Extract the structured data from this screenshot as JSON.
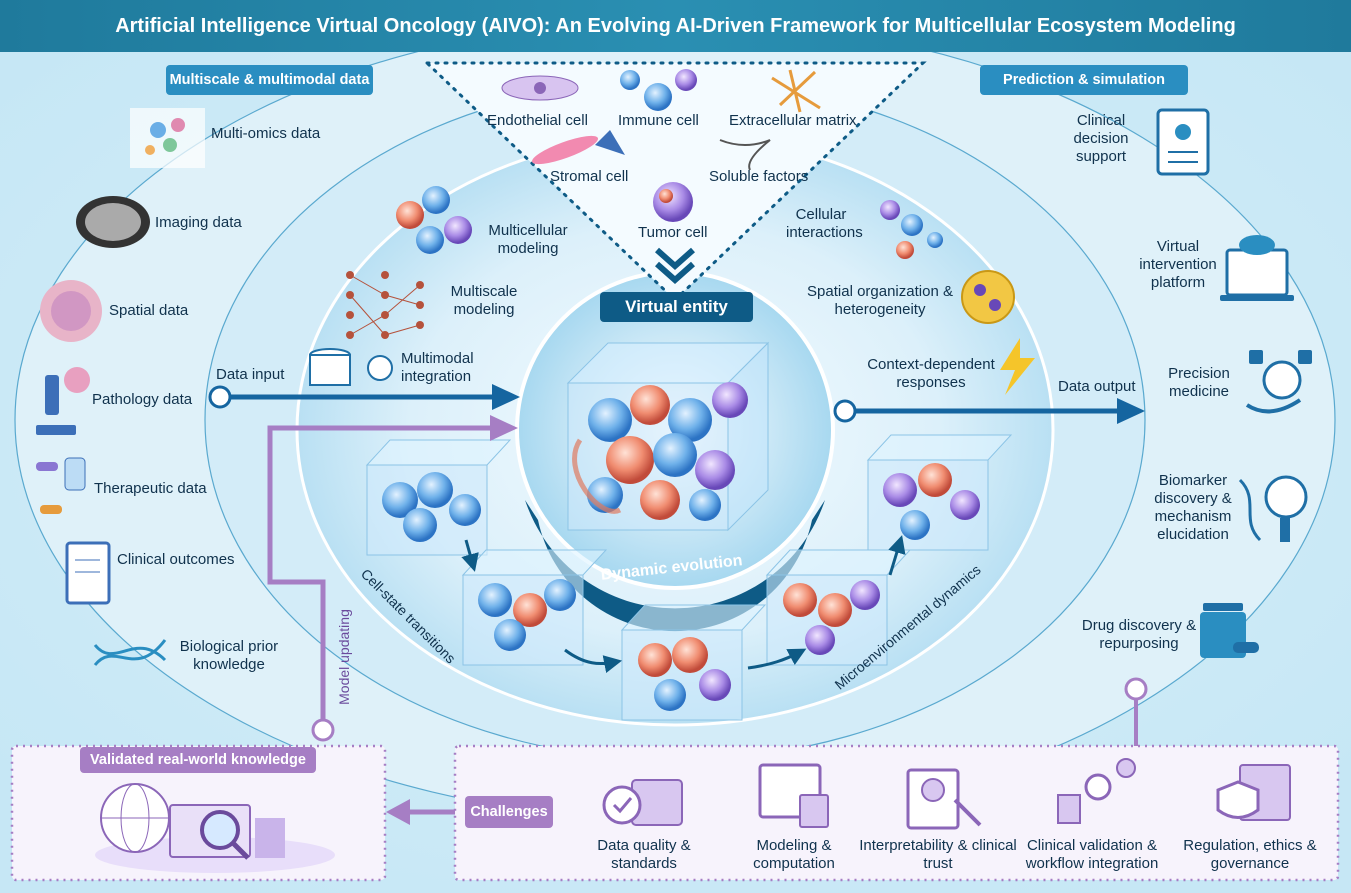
{
  "title": "Artificial Intelligence Virtual Oncology (AIVO): An Evolving AI-Driven Framework for Multicellular Ecosystem Modeling",
  "left_panel": {
    "heading": "Multiscale & multimodal data",
    "items": [
      {
        "label": "Multi-omics data",
        "icon": "multi-omics-icon"
      },
      {
        "label": "Imaging data",
        "icon": "ct-scan-icon"
      },
      {
        "label": "Spatial data",
        "icon": "spatial-tissue-icon"
      },
      {
        "label": "Pathology data",
        "icon": "microscope-icon"
      },
      {
        "label": "Therapeutic data",
        "icon": "pills-iv-bag-icon"
      },
      {
        "label": "Clinical outcomes",
        "icon": "clipboard-icon"
      },
      {
        "label": "Biological prior knowledge",
        "icon": "dna-icon"
      }
    ]
  },
  "right_panel": {
    "heading": "Prediction & simulation",
    "items": [
      {
        "label": "Clinical decision support",
        "icon": "medical-clipboard-icon"
      },
      {
        "label": "Virtual intervention platform",
        "icon": "cloud-laptop-icon"
      },
      {
        "label": "Precision medicine",
        "icon": "hand-pill-icon"
      },
      {
        "label": "Biomarker discovery & mechanism elucidation",
        "icon": "dna-gear-icon"
      },
      {
        "label": "Drug discovery & repurposing",
        "icon": "medicine-bottle-icon"
      }
    ]
  },
  "cell_components": {
    "endothelial": "Endothelial cell",
    "immune": "Immune cell",
    "ecm": "Extracellular matrix",
    "stromal": "Stromal cell",
    "soluble": "Soluble factors",
    "tumor": "Tumor cell"
  },
  "modeling": {
    "multicellular": "Multicellular modeling",
    "multiscale": "Multiscale modeling",
    "multimodal": "Multimodal integration",
    "cellular_interactions": "Cellular interactions",
    "spatial": "Spatial organization & heterogeneity",
    "context": "Context-dependent responses"
  },
  "center": {
    "virtual_entity": "Virtual entity",
    "dynamic_evolution": "Dynamic evolution",
    "cell_state": "Cell-state transitions",
    "micro_dynamics": "Microenvironmental dynamics"
  },
  "flow": {
    "data_input": "Data input",
    "data_output": "Data output",
    "model_updating": "Model updating"
  },
  "validated": {
    "heading": "Validated real-world knowledge"
  },
  "challenges": {
    "heading": "Challenges",
    "items": [
      {
        "label": "Data quality & standards",
        "icon": "data-quality-icon"
      },
      {
        "label": "Modeling & computation",
        "icon": "computation-icon"
      },
      {
        "label": "Interpretability & clinical trust",
        "icon": "interpretability-icon"
      },
      {
        "label": "Clinical validation & workflow integration",
        "icon": "validation-workflow-icon"
      },
      {
        "label": "Regulation, ethics & governance",
        "icon": "regulation-icon"
      }
    ]
  },
  "colors": {
    "title_bg": "#1f7a9c",
    "accent_blue": "#1565a0",
    "accent_purple": "#a67ec4",
    "background": "#eaf6fb"
  }
}
